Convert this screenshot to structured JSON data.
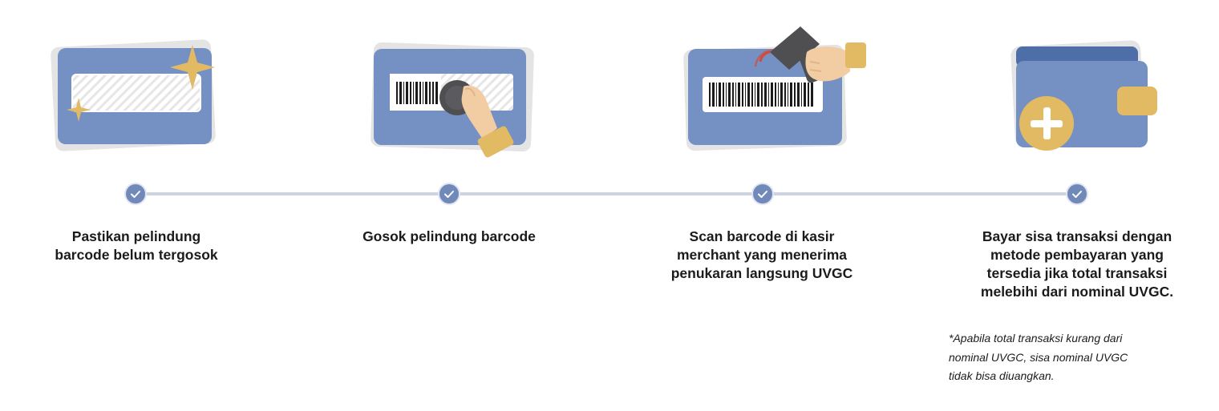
{
  "colors": {
    "card_blue": "#7590c3",
    "card_shadow": "#e4e4e4",
    "gold": "#e2ba63",
    "timeline_line": "#cdd4e0",
    "check_dot": "#7189b8",
    "dark_gray": "#4f4f52"
  },
  "steps": [
    {
      "text": "Pastikan pelindung\nbarcode belum tergosok",
      "icon": "sparkle-card-icon"
    },
    {
      "text": "Gosok pelindung barcode",
      "icon": "scratch-barcode-icon"
    },
    {
      "text": "Scan barcode di kasir\nmerchant yang menerima\npenukaran langsung UVGC",
      "icon": "scanner-barcode-icon"
    },
    {
      "text": "Bayar sisa transaksi dengan\nmetode pembayaran yang\ntersedia jika total transaksi\nmelebihi dari nominal UVGC.",
      "icon": "wallet-plus-icon"
    }
  ],
  "note": "*Apabila total transaksi kurang dari\nnominal UVGC, sisa nominal UVGC\ntidak bisa diuangkan."
}
